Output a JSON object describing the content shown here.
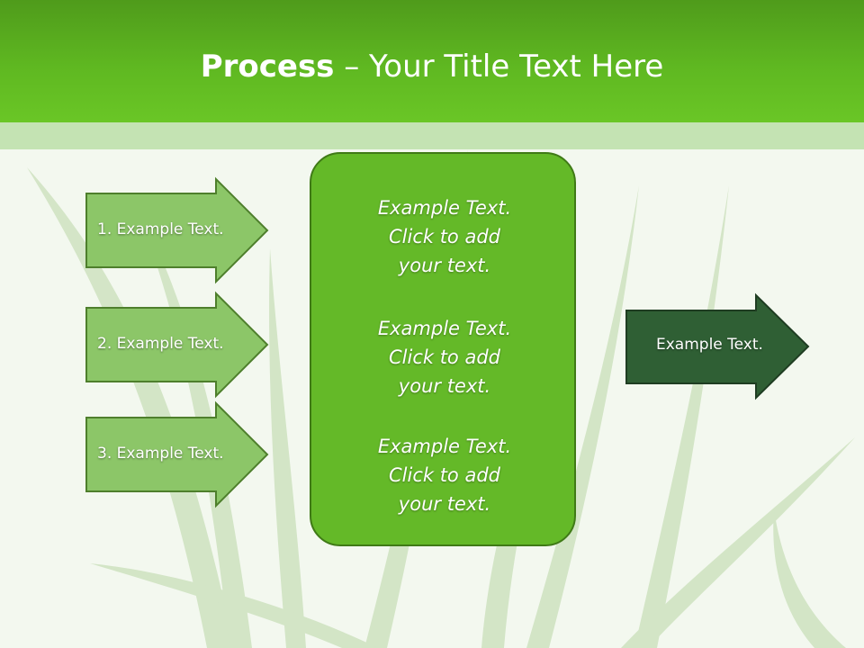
{
  "slide": {
    "title_bold": "Process",
    "title_rest": " – Your Title Text Here"
  },
  "inputs": [
    {
      "label": "1. Example Text."
    },
    {
      "label": "2. Example Text."
    },
    {
      "label": "3. Example Text."
    }
  ],
  "center_box": {
    "paragraphs": [
      "Example Text.\nClick  to add\nyour text.",
      "Example Text.\nClick  to add\nyour text.",
      "Example Text.\nClick  to add\nyour text."
    ]
  },
  "output": {
    "label": "Example Text."
  },
  "colors": {
    "header": "#5fb821",
    "band": "#c4e3b3",
    "input_arrow_fill": "#8cc668",
    "input_arrow_stroke": "#4e7f2c",
    "center_fill": "#64b928",
    "output_fill": "#2f5f34"
  }
}
